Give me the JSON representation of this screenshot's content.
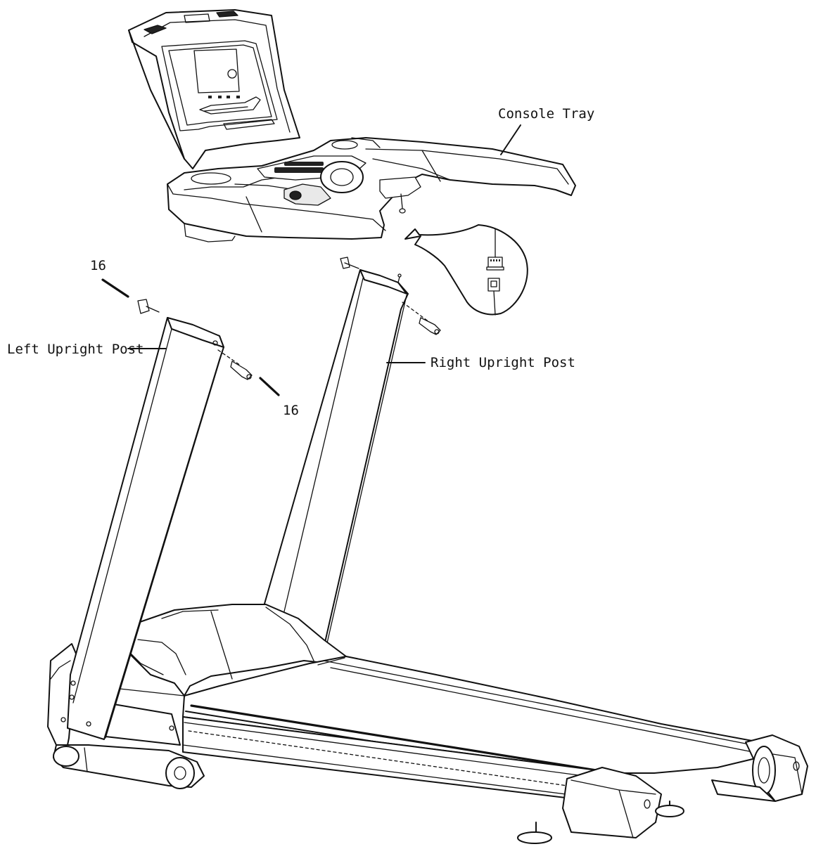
{
  "labels": {
    "console_tray": "Console Tray",
    "left_upright_post": "Left Upright Post",
    "right_upright_post": "Right Upright Post",
    "bolt_top": "16",
    "bolt_bottom": "16"
  }
}
